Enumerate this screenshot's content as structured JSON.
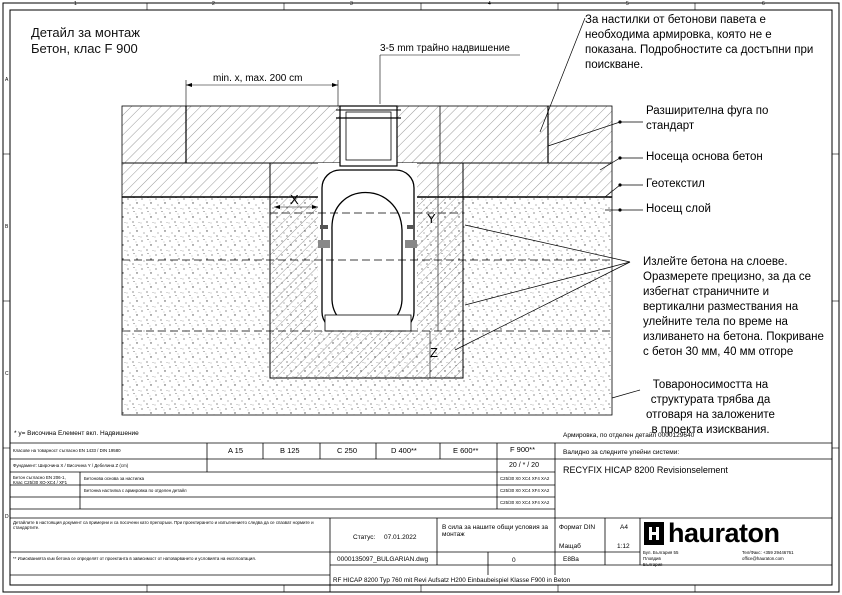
{
  "frame": {
    "col_markers": [
      "1",
      "2",
      "3",
      "4",
      "5",
      "6"
    ],
    "row_markers": [
      "A",
      "B",
      "C",
      "D"
    ]
  },
  "title": {
    "line1": "Детайл за монтаж",
    "line2": "Бетон, клас F 900"
  },
  "dimensions": {
    "top_offset": "3-5 mm трайно надвишение",
    "span": "min. x, max. 200 cm",
    "x": "X",
    "y": "Y",
    "z": "Z"
  },
  "callouts": {
    "pavers": "За настилки от бетонови павета е необходима армировка, която не е показана. Подробностите са достъпни при поискване.",
    "expansion_joint": "Разширителна фуга по стандарт",
    "base_concrete": "Носеща основа бетон",
    "geotextile": "Геотекстил",
    "bearing_layer": "Носещ слой",
    "pour_layers": "Излейте бетона на слоеве. Оразмерете прецизно, за да се избегнат страничните и вертикални размествания на улейните тела по време на изливането на бетона. Покриване с бетон 30 мм, 40 мм отгоре",
    "load_capacity": "Товароносимостта на структурата трябва да отговаря на заложените в проекта изисквания."
  },
  "title_block": {
    "footnote": "* y= Височина Елемент вкл. Надвишение",
    "reinforcement": "Армировка, по отделен детайл 0000129640",
    "load_classes_label": "Класове на товарност съгласно EN 1433 / DIN 19580",
    "load_classes": [
      "A 15",
      "B 125",
      "C 250",
      "D 400**",
      "E 600**",
      "F 900**"
    ],
    "base_dims_label": "Фундамент: Широчина X / Височина Y / Дебелина Z (cm)",
    "base_dims_value": "20 / * / 20",
    "concrete_label": "Бетон съгласно EN 206-1, Клас C25/30 ХО-ХС4 / XF1",
    "concrete_value": "C25/30 X0 XC4 XF4 XA2",
    "base_concrete_label": "Бетонова основа за настилка",
    "base_concrete_value": "C25/30 X0 XC4 XF4 XA2",
    "pavement_label": "Бетонна настилка с армировка по отделен детайл",
    "pavement_value": "C25/30 X0 XC4 XF4 XA2",
    "note_1": "Детайлите в настоящия документ са примерни и са посочени като препоръки. При проектирането и изпълнението следва да се спазват нормите и стандартите.",
    "note_2": "** Изискванията към бетона се определят от проектанта в зависимост от натоварването и условията на експлоатация.",
    "valid_for_label": "Валидно за следните улейни системи:",
    "valid_for_value": "RECYFIX HICAP 8200 Revisionselement",
    "status_label": "Статус:",
    "status_date": "07.01.2022",
    "approval_label": "В сила за нашите общи условия за монтаж",
    "revision": "0",
    "format_label": "Формат DIN",
    "format_value": "A4",
    "scale_label": "Мащаб",
    "scale_value": "1:12",
    "drawing_no": "0000135097_BULGARIAN.dwg",
    "sheet": "E8Ba",
    "description": "RF HICAP 8200 Typ 760 mit Revi Aufsatz H200 Einbaubeispiel Klasse F900 in Beton",
    "logo": "hauraton",
    "company_lines": [
      "Бул. България 55",
      "Пловдив",
      "България"
    ],
    "contacts": [
      "Тел/Факс: +359 29446761",
      "office@hauraton.com"
    ]
  }
}
